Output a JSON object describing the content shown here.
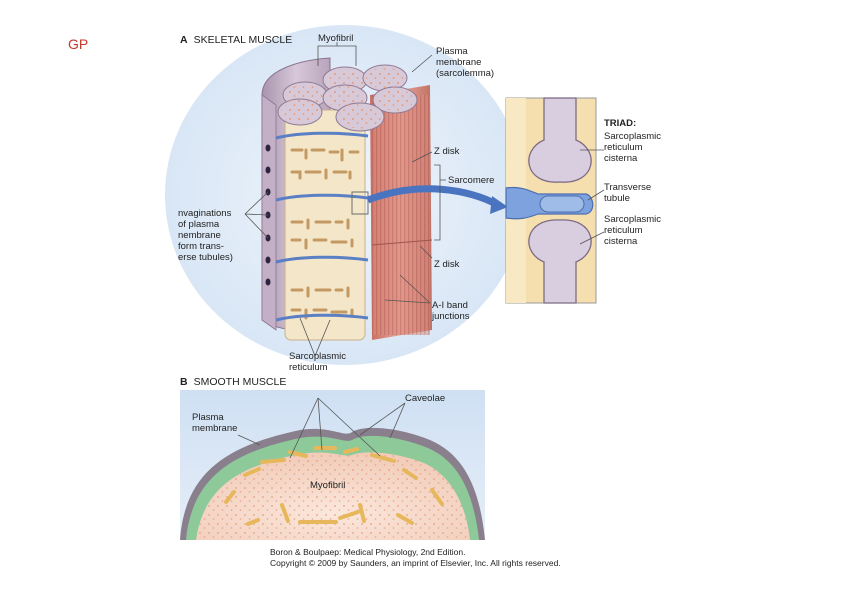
{
  "corner_mark": "GP",
  "panel_a": {
    "letter": "A",
    "title": "SKELETAL MUSCLE",
    "labels": {
      "myofibril": "Myofibril",
      "plasma_membrane": [
        "Plasma",
        "membrane",
        "(sarcolemma)"
      ],
      "z_disk_top": "Z disk",
      "sarcomere": "Sarcomere",
      "z_disk_bottom": "Z disk",
      "invaginations": [
        "nvaginations",
        "of plasma",
        "nembrane",
        "form trans-",
        "erse tubules)"
      ],
      "ai_band": [
        "A-I band",
        "junctions"
      ],
      "sarcoplasmic_reticulum": [
        "Sarcoplasmic",
        "reticulum"
      ]
    }
  },
  "triad": {
    "heading": "TRIAD:",
    "items": [
      [
        "Sarcoplasmic",
        "reticulum",
        "cisterna"
      ],
      [
        "Transverse",
        "tubule"
      ],
      [
        "Sarcoplasmic",
        "reticulum",
        "cisterna"
      ]
    ]
  },
  "panel_b": {
    "letter": "B",
    "title": "SMOOTH MUSCLE",
    "labels": {
      "caveolae": "Caveolae",
      "plasma_membrane": [
        "Plasma",
        "membrane"
      ],
      "myofibril": "Myofibril"
    }
  },
  "credit": [
    "Boron & Boulpaep: Medical Physiology, 2nd Edition.",
    "Copyright © 2009 by Saunders, an imprint of Elsevier, Inc. All rights reserved."
  ],
  "colors": {
    "corner_mark": "#c0392b",
    "membrane_purple": "#b9a5bd",
    "ttubule_blue": "#5b7fc4",
    "myofibril_cream": "#f3e4c4",
    "muscle_red": "#d98a7e",
    "smooth_green": "#8dc69a",
    "smooth_pink": "#f3d3c4",
    "background_blue": "#dce8f6"
  }
}
